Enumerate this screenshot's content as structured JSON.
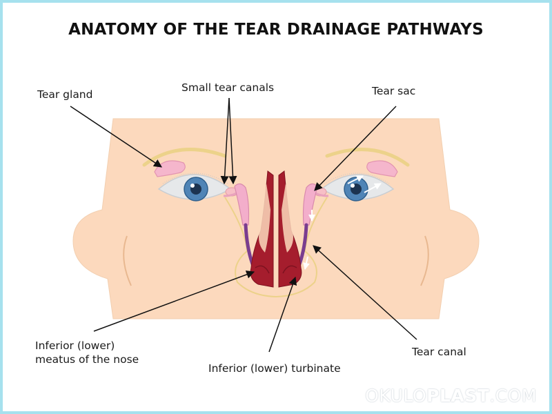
{
  "title": "ANATOMY OF THE TEAR DRAINAGE PATHWAYS",
  "labels": {
    "tear_gland": "Tear gland",
    "small_tear_canals": "Small tear canals",
    "tear_sac": "Tear sac",
    "inferior_meatus_line1": "Inferior (lower)",
    "inferior_meatus_line2": "meatus of the nose",
    "inferior_turbinate": "Inferior (lower) turbinate",
    "tear_canal": "Tear canal"
  },
  "watermark": {
    "part1": "OKULO",
    "part2": "PLAST",
    "part3": ".COM"
  },
  "colors": {
    "skin": "#fcd9bd",
    "skin_outline": "#f0c9a6",
    "brow": "#ecd28a",
    "gland": "#f5b6cc",
    "sac": "#f3aecb",
    "duct": "#7a3d8f",
    "nasal_cavity": "#a51d2d",
    "iris": "#4f84b6",
    "frame": "#a6e1ee"
  }
}
